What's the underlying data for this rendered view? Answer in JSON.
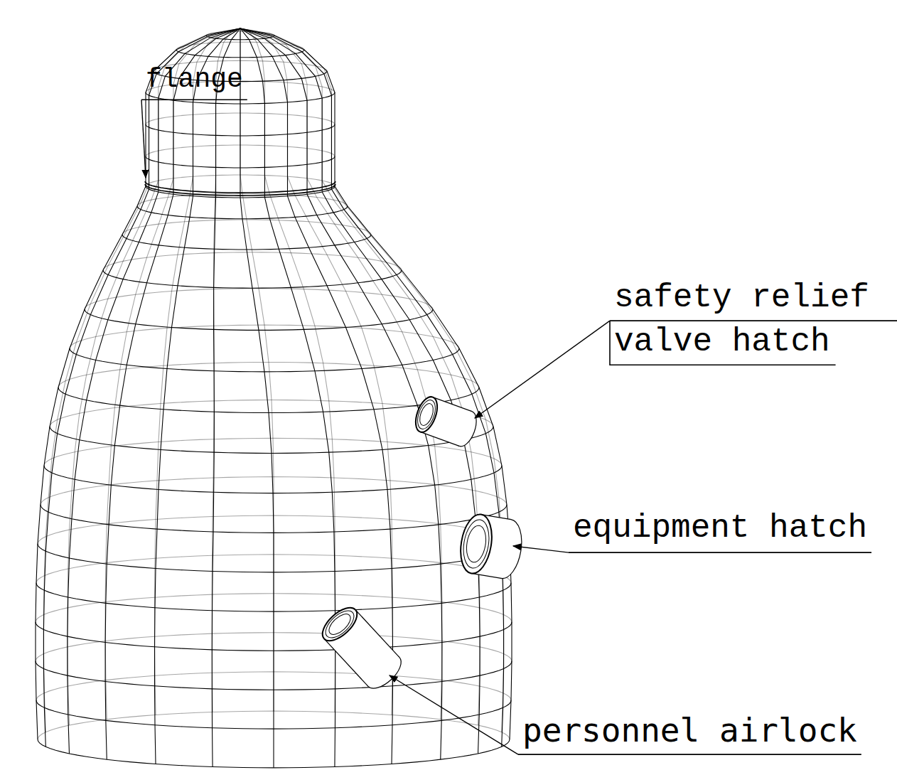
{
  "diagram": {
    "labels": [
      "flange",
      "safety relief valve hatch",
      "equipment hatch",
      "personnel airlock"
    ]
  }
}
